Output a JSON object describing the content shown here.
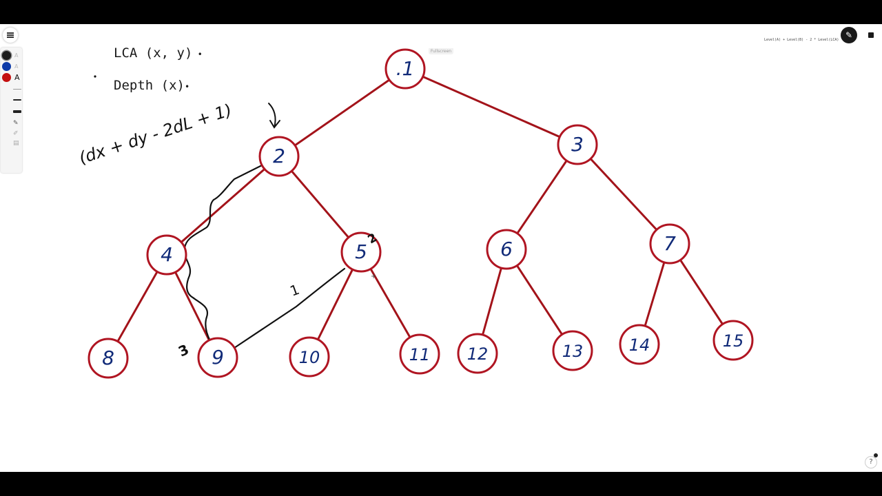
{
  "canvas": {
    "fullscreen_label": "Fullscreen",
    "formula_note": "Level(A) + Level(B) - 2 * Level(LCA)",
    "text_lca": "LCA (x, y)",
    "text_depth": "Depth (x)"
  },
  "toolbar": {
    "swatches": [
      {
        "color": "#1a1a1a",
        "letter": "A"
      },
      {
        "color": "#0d3aa8",
        "letter": "A"
      },
      {
        "color": "#c41010",
        "letter": "A"
      }
    ],
    "help_label": "?"
  },
  "colors": {
    "edge": "#a3131a",
    "node_stroke": "#b01522",
    "node_label": "#102a78",
    "ink": "#111111"
  },
  "tree": {
    "nodes": [
      {
        "id": 1,
        "label": ".1"
      },
      {
        "id": 2,
        "label": "2"
      },
      {
        "id": 3,
        "label": "3"
      },
      {
        "id": 4,
        "label": "4"
      },
      {
        "id": 5,
        "label": "5"
      },
      {
        "id": 6,
        "label": "6"
      },
      {
        "id": 7,
        "label": "7"
      },
      {
        "id": 8,
        "label": "8"
      },
      {
        "id": 9,
        "label": "9"
      },
      {
        "id": 10,
        "label": "10"
      },
      {
        "id": 11,
        "label": "11"
      },
      {
        "id": 12,
        "label": "12"
      },
      {
        "id": 13,
        "label": "13"
      },
      {
        "id": 14,
        "label": "14"
      },
      {
        "id": 15,
        "label": "15"
      }
    ],
    "edges": [
      [
        1,
        2
      ],
      [
        1,
        3
      ],
      [
        2,
        4
      ],
      [
        2,
        5
      ],
      [
        3,
        6
      ],
      [
        3,
        7
      ],
      [
        4,
        8
      ],
      [
        4,
        9
      ],
      [
        5,
        10
      ],
      [
        5,
        11
      ],
      [
        6,
        12
      ],
      [
        6,
        13
      ],
      [
        7,
        14
      ],
      [
        7,
        15
      ]
    ]
  },
  "annotations": {
    "formula": "(dx + dy - 2dL + 1)",
    "path_label_1": "1",
    "path_label_2": "2",
    "path_label_3": "3"
  }
}
